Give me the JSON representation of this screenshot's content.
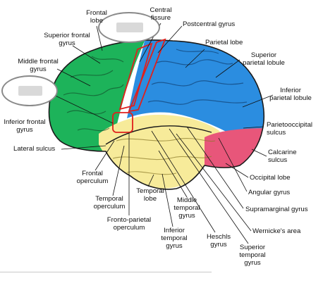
{
  "diagram": {
    "labels": {
      "frontal_lobe": "Frontal\nlobe",
      "central_fissure": "Central\nfissure",
      "postcentral_gyrus": "Postcentral gyrus",
      "superior_frontal_gyrus": "Superior frontal\ngyrus",
      "parietal_lobe": "Parietal lobe",
      "middle_frontal_gyrus": "Middle frontal\ngyrus",
      "superior_parietal_lobule": "Superior\nparietal lobule",
      "inferior_parietal_lobule": "Inferior\nparietal lobule",
      "inferior_frontal_gyrus": "Inferior frontal\ngyrus",
      "parietooccipital_sulcus": "Parietooccipital\nsulcus",
      "lateral_sulcus": "Lateral sulcus",
      "calcarine_sulcus": "Calcarine\nsulcus",
      "frontal_operculum": "Frontal\noperculum",
      "occipital_lobe": "Occipital lobe",
      "temporal_operculum": "Temporal\noperculum",
      "temporal_lobe": "Temporal\nlobe",
      "angular_gyrus": "Angular gyrus",
      "middle_temporal_gyrus": "Middle\ntemporal\ngyrus",
      "supramarginal_gyrus": "Supramarginal gyrus",
      "fronto_parietal_operculum": "Fronto-parietal\noperculum",
      "wernickes_area": "Wernicke's area",
      "inferior_temporal_gyrus": "Inferior\ntemporal\ngyrus",
      "heschls_gyrus": "Heschls\ngyrus",
      "superior_temporal_gyrus": "Superior\ntemporal\ngyrus"
    },
    "colors": {
      "frontal": "#1db35a",
      "parietal": "#2b8de0",
      "temporal": "#f7eb9a",
      "occipital": "#e8567a",
      "outline": "#1a1a1a",
      "highlight": "#e0201c",
      "sulcus": "#7a1515"
    }
  }
}
